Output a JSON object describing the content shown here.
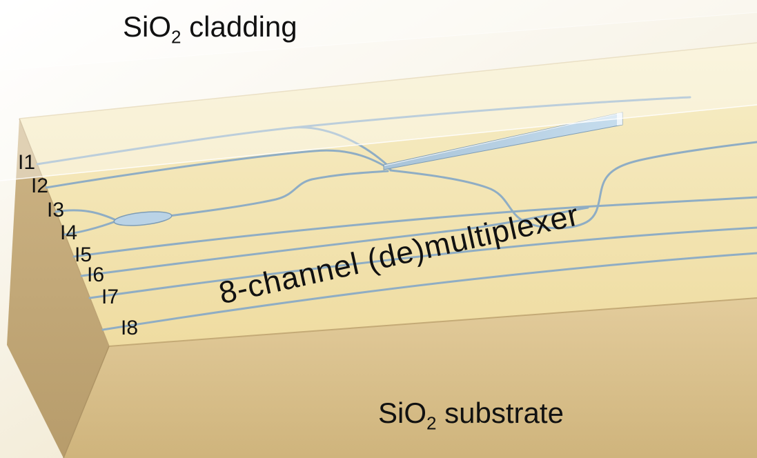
{
  "figure": {
    "cladding_label": {
      "formula": "SiO",
      "subscript": "2",
      "suffix": " cladding"
    },
    "substrate_label": {
      "formula": "SiO",
      "subscript": "2",
      "suffix": " substrate"
    },
    "device_label": "8-channel (de)multiplexer",
    "input_labels": [
      "I1",
      "I2",
      "I3",
      "I4",
      "I5",
      "I6",
      "I7",
      "I8"
    ]
  },
  "colors": {
    "substrate_top": "#f3e4ad",
    "substrate_front": "#d9c190",
    "substrate_side": "#c3a97c",
    "cladding_tint": "#ffffff",
    "waveguide_stroke": "#8fadc4",
    "waveguide_fill": "#bad3e6",
    "text": "#111111"
  }
}
